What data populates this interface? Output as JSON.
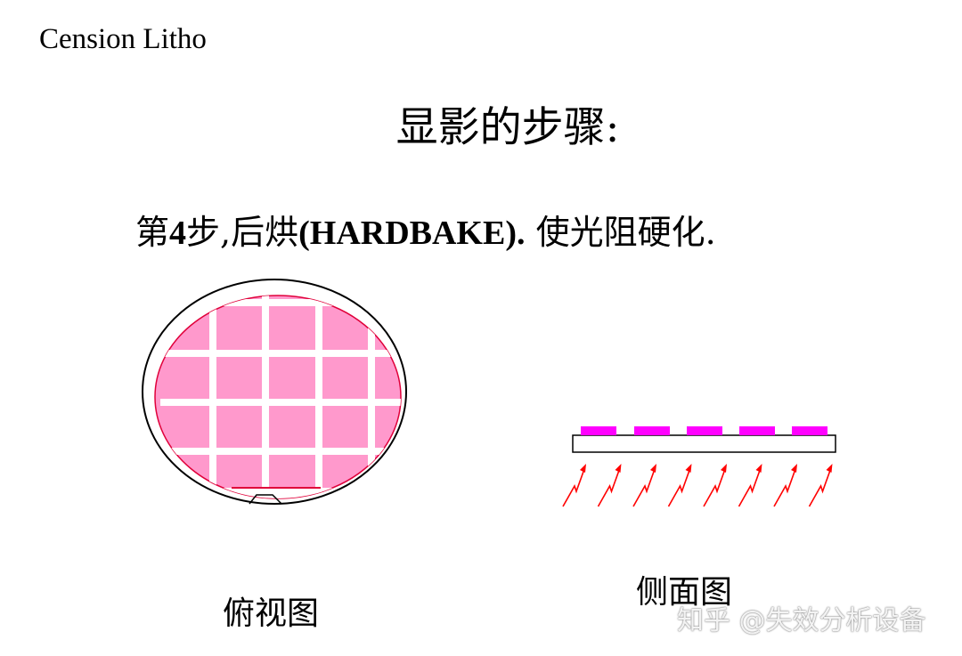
{
  "brand": "Cension Litho",
  "title": "显影的步骤:",
  "step": {
    "prefix": "第",
    "number": "4",
    "middle": "步,后烘",
    "keyword": "(HARDBAKE).",
    "suffix": " 使光阻硬化."
  },
  "labels": {
    "top_view": "俯视图",
    "side_view": "侧面图"
  },
  "watermark": "知乎 @失效分析设备",
  "colors": {
    "resist_top": "#ff99cc",
    "resist_side": "#ff00ff",
    "wafer_edge": "#e0003a",
    "heat_arrows": "#ff0000",
    "background": "#ffffff"
  }
}
